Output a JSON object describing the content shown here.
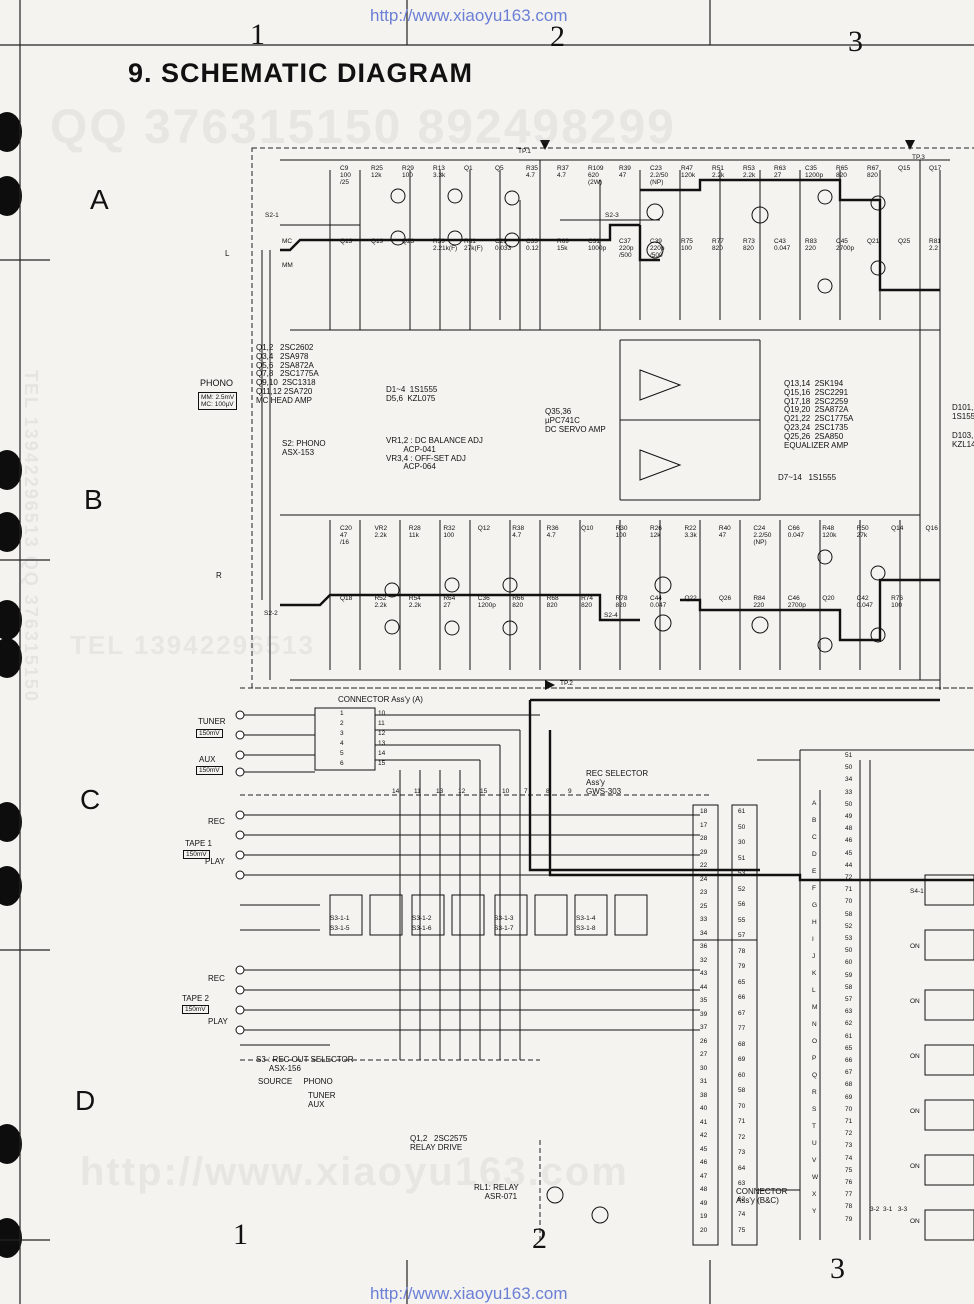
{
  "watermark": {
    "url": "http://www.xiaoyu163.com",
    "qq": "QQ 376315150   892498299",
    "tel": "TEL 13942296513",
    "tel_vertical": "TEL 13942296513  QQ 376315150"
  },
  "header": {
    "title": "9. SCHEMATIC DIAGRAM",
    "columns": [
      "1",
      "2",
      "3"
    ],
    "rows": [
      "A",
      "B",
      "C",
      "D"
    ]
  },
  "labels": {
    "phono": "PHONO",
    "phono_spec": "MM: 2.5mV\nMC: 100µV",
    "mc_head_amp_list": "Q1,2   2SC2602\nQ3,4   2SA978\nQ5,6   2SA872A\nQ7,8   2SC1775A\nQ9,10  2SC1318\nQ11,12 2SA720\nMC HEAD AMP",
    "diodes": "D1~4  1S1555\nD5,6  KZL075",
    "phono_switch": "S2: PHONO\nASX-153",
    "vr_list": "VR1,2 : DC BALANCE ADJ\n        ACP-041\nVR3,4 : OFF-SET ADJ\n        ACP-064",
    "dc_servo": "Q35,36\nµPC741C\nDC SERVO AMP",
    "eq_amp_list": "Q13,14  2SK194\nQ15,16  2SC2291\nQ17,18  2SC2259\nQ19,20  2SA872A\nQ21,22  2SC1775A\nQ23,24  2SC1735\nQ25,26  2SA850\nEQUALIZER AMP",
    "d7_14": "D7~14   1S1555",
    "d101": "D101,1\n1S155",
    "d103": "D103,1\nKZL14",
    "connector_a": "CONNECTOR Ass'y (A)",
    "tuner": "TUNER",
    "tuner_spec": "150mV",
    "aux": "AUX",
    "aux_spec": "150mV",
    "tape1": "TAPE 1",
    "tape1_spec": "150mV",
    "tape2": "TAPE 2",
    "tape2_spec": "150mV",
    "rec": "REC",
    "play": "PLAY",
    "rec_selector": "REC SELECTOR\nAss'y\nGWS-303",
    "rec_out_selector": "S3 : REC OUT SELECTOR\n      ASX-156",
    "source_phono": "SOURCE     PHONO",
    "tuner_aux": "TUNER\nAUX",
    "relay_drive": "Q1,2   2SC2575\nRELAY DRIVE",
    "relay": "RL1: RELAY\n     ASR-071",
    "connector_bc": "CONNECTOR\nAss'y (B&C)",
    "tp1": "TP.1",
    "tp2": "TP.2",
    "tp3": "TP.3",
    "ch_l": "L",
    "ch_r": "R",
    "s2_1": "S2-1",
    "s2_2": "S2-2",
    "s2_3": "S2-3",
    "s2_4": "S2-4",
    "mc": "MC",
    "mm": "MM"
  },
  "components_top": [
    "C9\n100\n/25",
    "R25\n12k",
    "R29\n100",
    "R13\n3.3k",
    "Q1",
    "Q5",
    "R35\n4.7",
    "R37\n4.7",
    "R109\n620\n(2W)",
    "R39\n47",
    "C23\n2.2/50\n(NP)",
    "R47\n120k",
    "R51\n2.2k",
    "R53\n2.2k",
    "R63\n27",
    "C35\n1200p",
    "R65\n820",
    "R67\n820",
    "Q15",
    "Q17",
    "Q13",
    "Q19",
    "Q23",
    "R59\n2.21k(F)",
    "R61\n27k(F)",
    "C29\n0.033",
    "C33\n0.12",
    "R69\n15k",
    "C31\n1000p",
    "C37\n220p\n/500",
    "C39\n220p\n/500",
    "R75\n100",
    "R77\n820",
    "R73\n820",
    "C43\n0.047",
    "R83\n220",
    "C45\n2700p",
    "Q21",
    "Q25",
    "R81\n2.2"
  ],
  "components_mid": [
    "C20\n47\n/16",
    "VR2\n2.2k",
    "R28\n11k",
    "R32\n100",
    "Q12",
    "R38\n4.7",
    "R36\n4.7",
    "Q10",
    "R30\n100",
    "R26\n12k",
    "R22\n3.3k",
    "R40\n47",
    "C24\n2.2/50\n(NP)",
    "C66\n0.047",
    "R48\n120k",
    "R50\n27k",
    "Q14",
    "Q16",
    "Q18",
    "R52\n2.2k",
    "R54\n2.2k",
    "R64\n27",
    "C36\n1200p",
    "R66\n820",
    "R68\n820",
    "R74\n820",
    "R78\n820",
    "C44\n0.047",
    "Q22",
    "Q26",
    "R84\n220",
    "C46\n2700p",
    "Q20",
    "C42\n0.047",
    "R76\n100"
  ],
  "connector_pins_left": [
    "1",
    "2",
    "3",
    "4",
    "5",
    "6"
  ],
  "connector_pins_right": [
    "10",
    "11",
    "12",
    "13",
    "14",
    "15"
  ],
  "bus_numbers": [
    "14",
    "11",
    "13",
    "12",
    "15",
    "10",
    "7",
    "8",
    "9"
  ],
  "connector_bc_left": [
    "18",
    "17",
    "28",
    "29",
    "22",
    "24",
    "23",
    "25",
    "33",
    "34",
    "36",
    "32",
    "43",
    "44",
    "35",
    "39",
    "37",
    "26",
    "27",
    "30",
    "31",
    "38",
    "40",
    "41",
    "42",
    "45",
    "46",
    "47",
    "48",
    "49",
    "19",
    "20"
  ],
  "connector_bc_right": [
    "61",
    "50",
    "30",
    "51",
    "53",
    "52",
    "56",
    "55",
    "57",
    "78",
    "79",
    "65",
    "66",
    "67",
    "77",
    "68",
    "69",
    "60",
    "58",
    "70",
    "71",
    "72",
    "73",
    "64",
    "63",
    "62",
    "74",
    "75"
  ],
  "connector_bc_letters": [
    "A",
    "B",
    "C",
    "D",
    "E",
    "F",
    "G",
    "H",
    "I",
    "J",
    "K",
    "L",
    "M",
    "N",
    "O",
    "P",
    "Q",
    "R",
    "S",
    "T",
    "U",
    "V",
    "W",
    "X",
    "Y"
  ],
  "right_bus_numbers": [
    "51",
    "50",
    "34",
    "33",
    "50",
    "49",
    "48",
    "46",
    "45",
    "44",
    "72",
    "71",
    "70",
    "58",
    "52",
    "53",
    "50",
    "60",
    "59",
    "58",
    "57",
    "63",
    "62",
    "61",
    "65",
    "66",
    "67",
    "68",
    "69",
    "70",
    "71",
    "72",
    "73",
    "74",
    "75",
    "76",
    "77",
    "78",
    "79"
  ],
  "s3_labels": [
    "S3-1-1",
    "S3-1-2",
    "S3-1-3",
    "S3-1-4",
    "S3-1-5",
    "S3-1-6",
    "S3-1-7",
    "S3-1-8"
  ],
  "s4_labels": [
    "S4-1",
    "ON",
    "ON",
    "ON",
    "ON",
    "ON",
    "ON"
  ],
  "bottom_switch": "3-2  3-1   3-3"
}
